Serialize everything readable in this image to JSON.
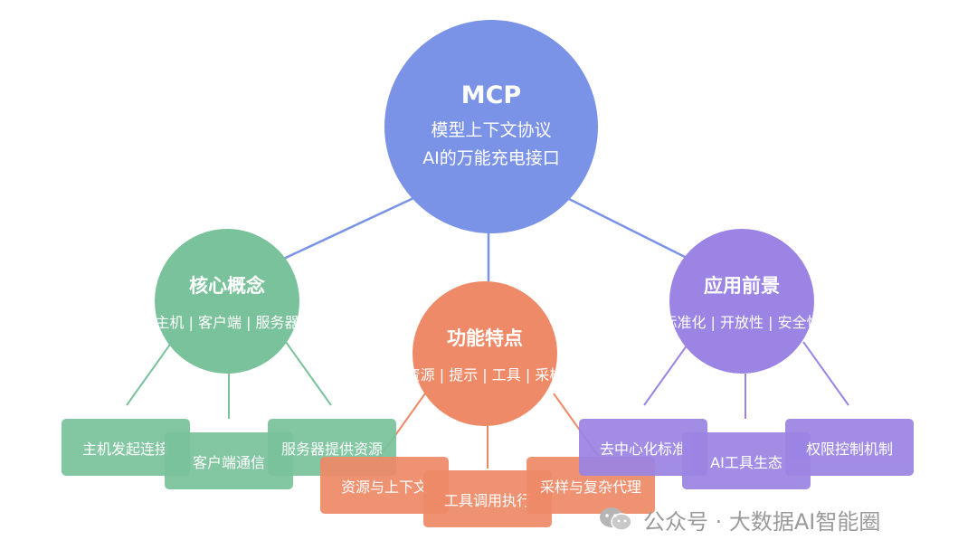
{
  "root": {
    "title": "MCP",
    "lines": [
      "模型上下文协议",
      "AI的万能充电接口"
    ]
  },
  "branches": [
    {
      "title": "核心概念",
      "subtitle": "主机 | 客户端 | 服务器",
      "color": "#79c29b",
      "leaves": [
        "主机发起连接",
        "客户端通信",
        "服务器提供资源"
      ]
    },
    {
      "title": "功能特点",
      "subtitle": "资源 | 提示 | 工具 | 采样",
      "color": "#ee8a67",
      "leaves": [
        "资源与上下文",
        "工具调用执行",
        "采样与复杂代理"
      ]
    },
    {
      "title": "应用前景",
      "subtitle": "标准化 | 开放性 | 安全性",
      "color": "#9b84e3",
      "leaves": [
        "去中心化标准",
        "AI工具生态",
        "权限控制机制"
      ]
    }
  ],
  "connector_colors": {
    "root": "#7b93e6",
    "core": "#79c29b",
    "features": "#ee8a67",
    "apps": "#9b84e3"
  },
  "watermark": {
    "text": "公众号 · 大数据AI智能圈",
    "icon": "wechat-icon"
  }
}
